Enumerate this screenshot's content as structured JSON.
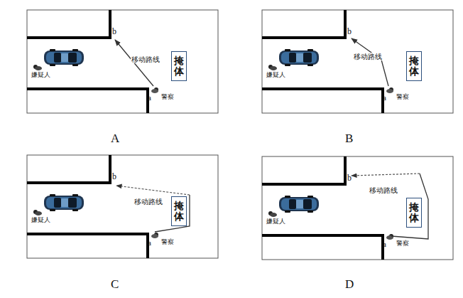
{
  "diagram": {
    "nodes": [
      {
        "text": [
          "掩体"
        ]
      },
      {
        "text": [
          "掩体"
        ]
      },
      {
        "text": [
          "掩体"
        ]
      },
      {
        "text": [
          "掩体"
        ]
      }
    ],
    "labels": [
      "b",
      "嫌疑人",
      "移动路线",
      "a",
      "警察",
      "A",
      "b",
      "嫌疑人",
      "移动路线",
      "a",
      "警察",
      "B",
      "b",
      "嫌疑人",
      "移动路线",
      "a",
      "警察",
      "C",
      "b",
      "嫌疑人",
      "移动路线",
      "a",
      "警察",
      "D"
    ]
  }
}
